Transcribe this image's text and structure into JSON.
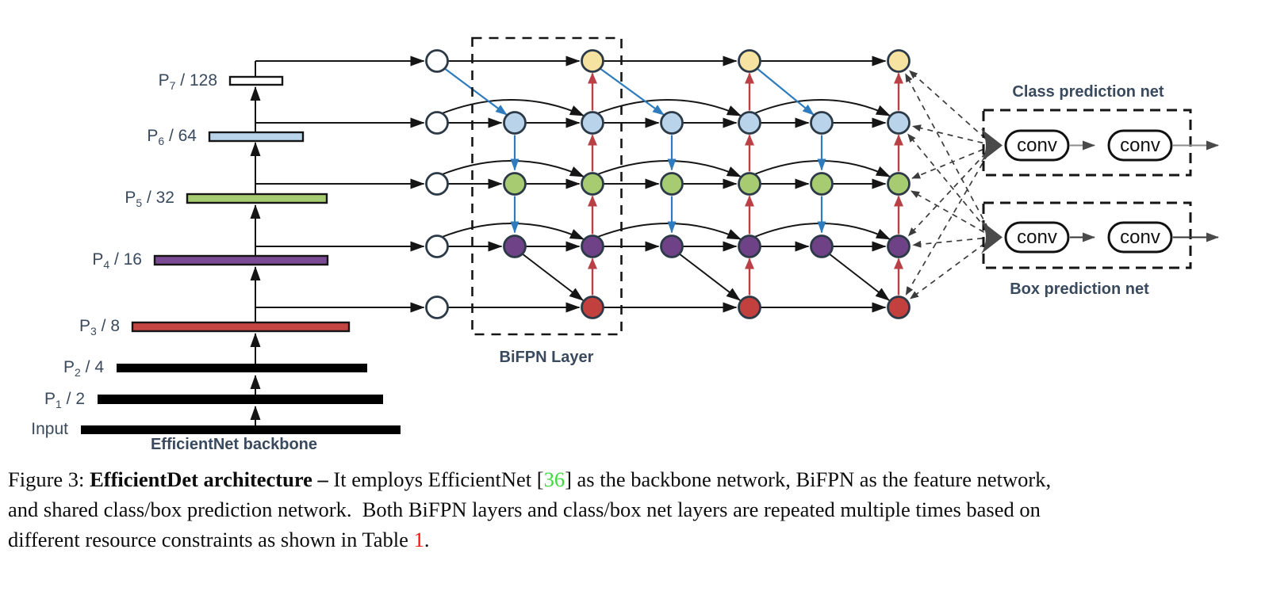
{
  "figure": {
    "backbone": {
      "title": "EfficientNet backbone",
      "levels": [
        {
          "base": "P",
          "sub": "7",
          "rest": " / 128"
        },
        {
          "base": "P",
          "sub": "6",
          "rest": " / 64"
        },
        {
          "base": "P",
          "sub": "5",
          "rest": " / 32"
        },
        {
          "base": "P",
          "sub": "4",
          "rest": " / 16"
        },
        {
          "base": "P",
          "sub": "3",
          "rest": " / 8"
        },
        {
          "base": "P",
          "sub": "2",
          "rest": " / 4"
        },
        {
          "base": "P",
          "sub": "1",
          "rest": " / 2"
        },
        {
          "base": "Input",
          "sub": "",
          "rest": ""
        }
      ]
    },
    "bifpn": {
      "label": "BiFPN Layer"
    },
    "heads": {
      "class_label": "Class prediction net",
      "box_label": "Box prediction net",
      "conv_label": "conv"
    }
  },
  "caption": {
    "lines": [
      [
        {
          "t": "Figure 3: "
        },
        {
          "t": "EfficientDet architecture – ",
          "b": true
        },
        {
          "t": "It employs EfficientNet ["
        },
        {
          "t": "36",
          "c": "cite_green"
        },
        {
          "t": "] as the backbone network, BiFPN as the feature network,"
        }
      ],
      [
        {
          "t": "and shared class/box prediction network.  Both BiFPN layers and class/box net layers are repeated multiple times based on"
        }
      ],
      [
        {
          "t": "different resource constraints as shown in Table "
        },
        {
          "t": "1",
          "c": "link_red"
        },
        {
          "t": "."
        }
      ]
    ]
  },
  "colors": {
    "label": "#3a4a5e",
    "edge_black": "#151515",
    "edge_blue": "#2e7cbd",
    "edge_red": "#b94045",
    "node_border": "#2c3a47",
    "node_white": "#ffffff",
    "level_p7_node": "#f7e3a1",
    "level_p6": "#b9d3ea",
    "level_p5": "#a6cb70",
    "level_p4_node": "#6f4288",
    "level_p4_bar": "#7b4a94",
    "level_p3_node": "#c2403e",
    "level_p3_bar": "#c54543",
    "bar_p7": "#ffffff",
    "bar_black": "#000000",
    "gather": "#4a4a4a",
    "conv_line_class": "#8c8c8c",
    "conv_line_box": "#333333",
    "dashed_line": "#3c3c3c",
    "cite_green": "#3bdb3b",
    "link_red": "#ee1111"
  }
}
